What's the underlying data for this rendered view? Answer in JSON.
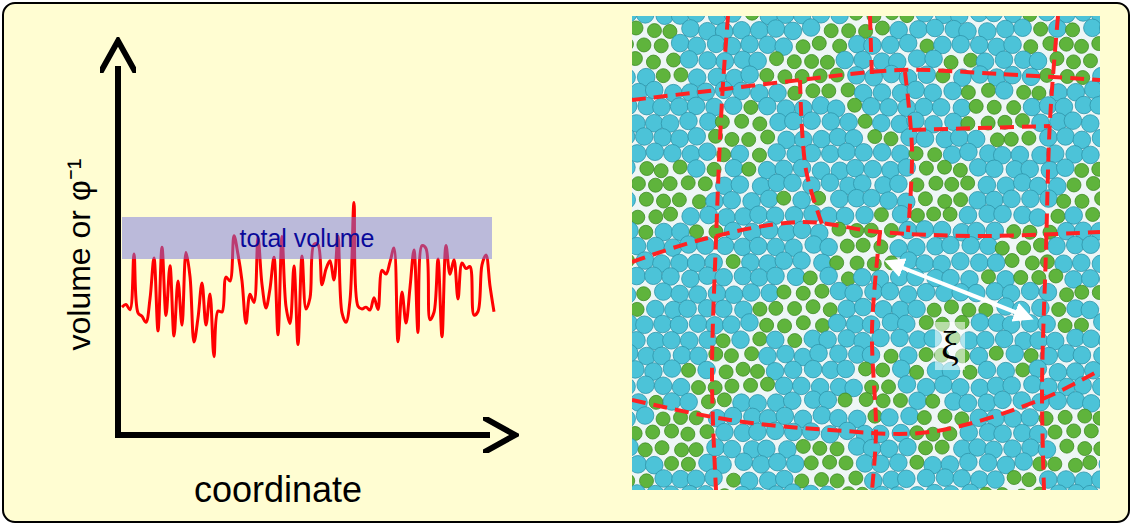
{
  "diagram": {
    "nodes": [
      {
        "text": [
          "total volume"
        ]
      }
    ],
    "labels": [
      "volume or φ⁻¹",
      "coordinate",
      "ξ"
    ]
  }
}
